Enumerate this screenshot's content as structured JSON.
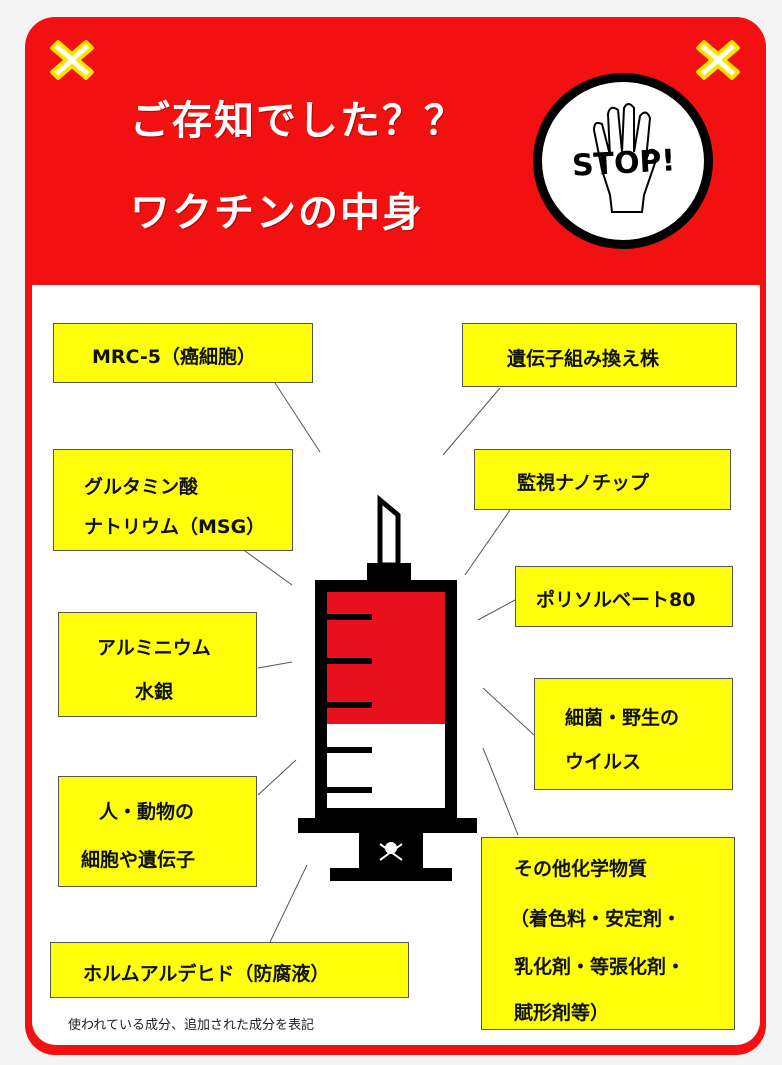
{
  "header": {
    "title_line1": "ご存知でした？？",
    "title_line2": "ワクチンの中身",
    "stop_badge": "STOP!"
  },
  "labels": {
    "mrc5": "MRC-5（癌細胞）",
    "recombinant": "遺伝子組み換え株",
    "msg_line1": "グルタミン酸",
    "msg_line2": "ナトリウム（MSG）",
    "nanochip": "監視ナノチップ",
    "polysorbate": "ポリソルベート80",
    "aluminum_line1": "アルミニウム",
    "aluminum_line2": "水銀",
    "bacteria_line1": "細菌・野生の",
    "bacteria_line2": "ウイルス",
    "cells_line1": "人・動物の",
    "cells_line2": "細胞や遺伝子",
    "chemicals_line1": "その他化学物質",
    "chemicals_line2": "（着色料・安定剤・",
    "chemicals_line3": "乳化剤・等張化剤・",
    "chemicals_line4": "賦形剤等）",
    "formaldehyde": "ホルムアルデヒド（防腐液）"
  },
  "footnote": "使われている成分、追加された成分を表記",
  "colors": {
    "red": "#f21010",
    "yellow": "#ffff0a",
    "syringe_fill": "#e8101c"
  }
}
